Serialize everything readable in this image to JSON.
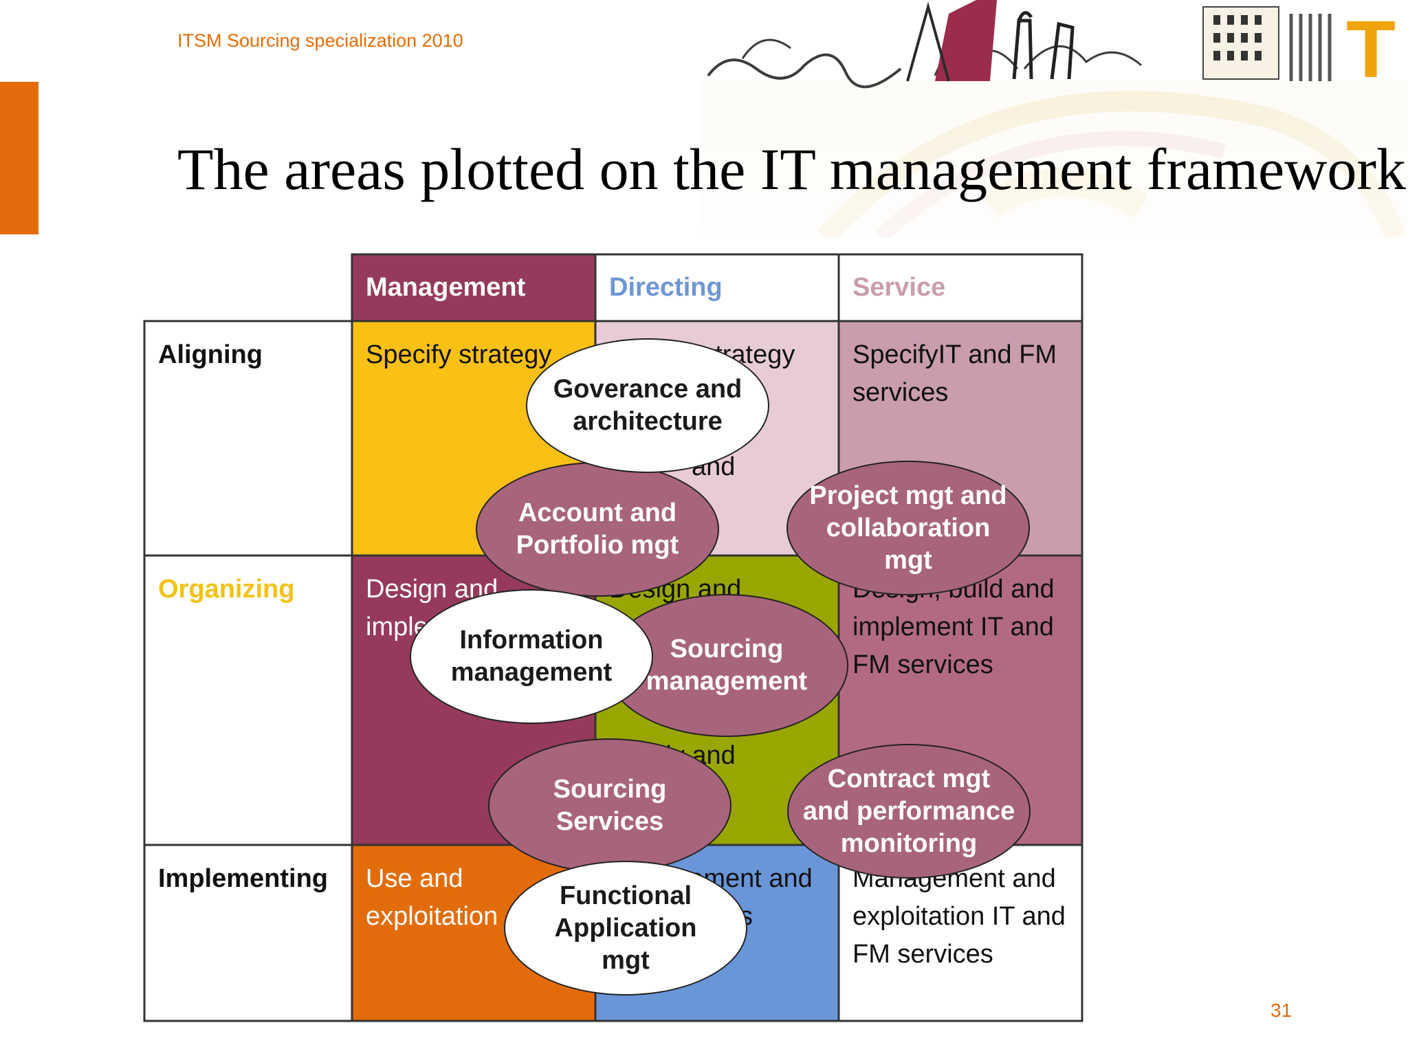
{
  "header": {
    "subtitle": "ITSM Sourcing specialization 2010",
    "title": "The areas plotted on the IT management framework",
    "logo_letter": "T"
  },
  "colors": {
    "accent": "#e36c0a",
    "management_header": "#953a5c",
    "directing_text": "#6f96d4",
    "service_text": "#c99cae",
    "organizing_text": "#f2c218",
    "strategy_yellow": "#fbc016",
    "light_pink": "#e8ccd5",
    "mid_pink": "#c99cae",
    "plum": "#953a5c",
    "olive": "#9aa600",
    "rose": "#b26a84",
    "orange": "#e36c0a",
    "blue": "#6a96d8",
    "oval_plum": "#a8647c"
  },
  "framework": {
    "columns": [
      "Management",
      "Directing",
      "Service"
    ],
    "rows": [
      "Aligning",
      "Organizing",
      "Implementing"
    ],
    "cells": {
      "aligning_management": "Specify strategy",
      "aligning_directing": "Specify strategy",
      "aligning_directing_2": "and",
      "aligning_service": "SpecifyIT and FM services",
      "organizing_management": "Design and implement",
      "organizing_directing": "Design and",
      "organizing_directing_2": "supply and",
      "organizing_service": "Design, build and implement IT and FM services",
      "implementing_management": "Use and exploitation",
      "implementing_directing": "Management and",
      "implementing_directing_2": "s",
      "implementing_service": "Management and exploitation IT and FM services"
    },
    "ovals": {
      "governance": "Goverance and\narchitecture",
      "account": "Account and\nPortfolio mgt",
      "project": "Project mgt and\ncollaboration\nmgt",
      "information": "Information\nmanagement",
      "sourcing_management": "Sourcing\nmanagement",
      "sourcing_services": "Sourcing\nServices",
      "contract": "Contract mgt\nand performance\nmonitoring",
      "functional": "Functional\nApplication\nmgt"
    }
  },
  "footer": {
    "page_number": "31"
  }
}
